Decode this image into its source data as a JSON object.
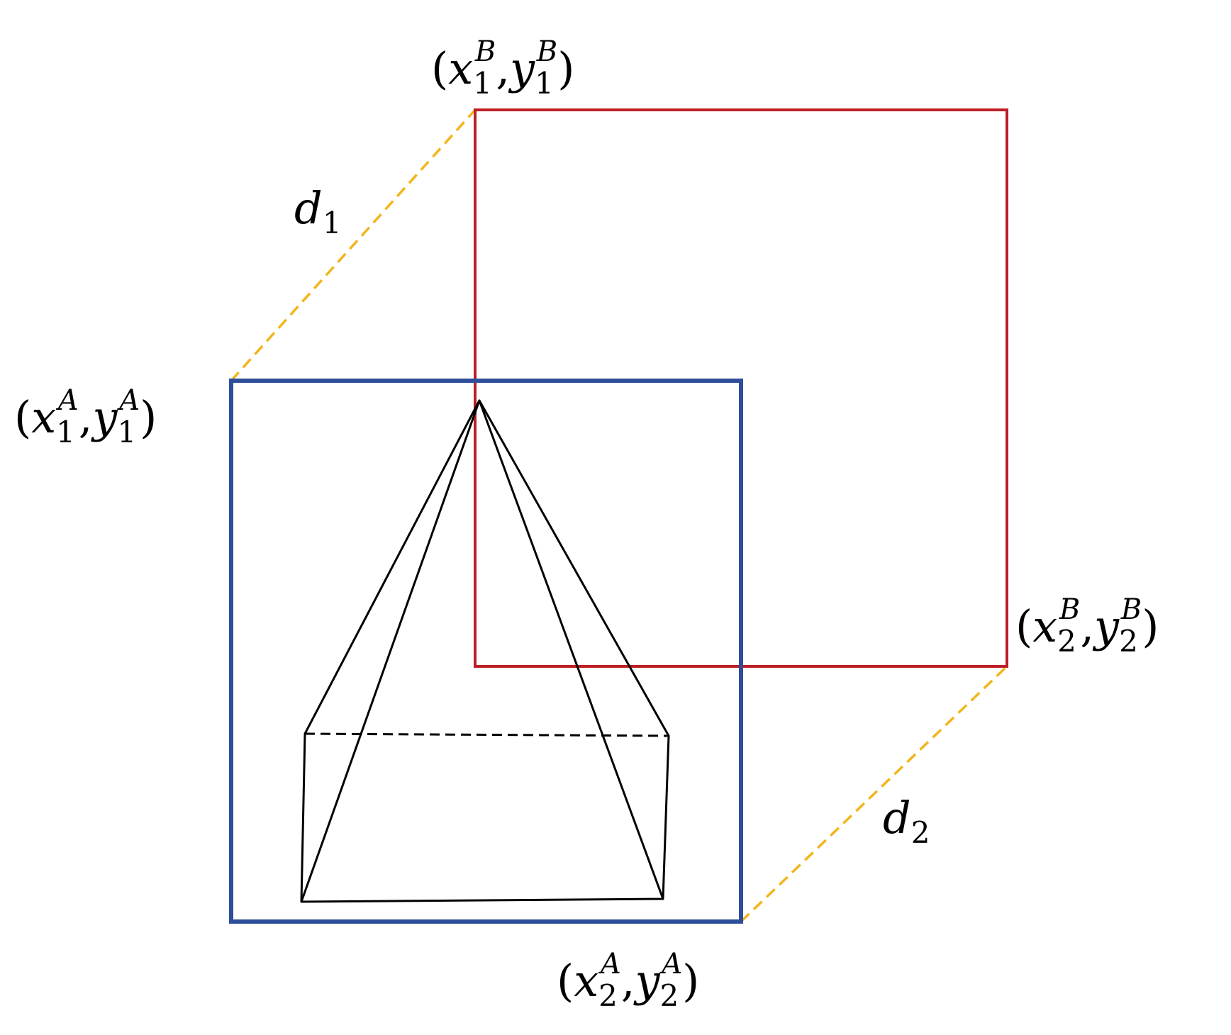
{
  "colors": {
    "box_a": "#2E4E9B",
    "box_b": "#BE1E24",
    "guide": "#F2B51C",
    "object": "#000000"
  },
  "labels": {
    "corner_a1": {
      "var_x": "x",
      "var_y": "y",
      "index": "1",
      "box": "A"
    },
    "corner_a2": {
      "var_x": "x",
      "var_y": "y",
      "index": "2",
      "box": "A"
    },
    "corner_b1": {
      "var_x": "x",
      "var_y": "y",
      "index": "1",
      "box": "B"
    },
    "corner_b2": {
      "var_x": "x",
      "var_y": "y",
      "index": "2",
      "box": "B"
    },
    "d1": {
      "var": "d",
      "index": "1"
    },
    "d2": {
      "var": "d",
      "index": "2"
    }
  }
}
